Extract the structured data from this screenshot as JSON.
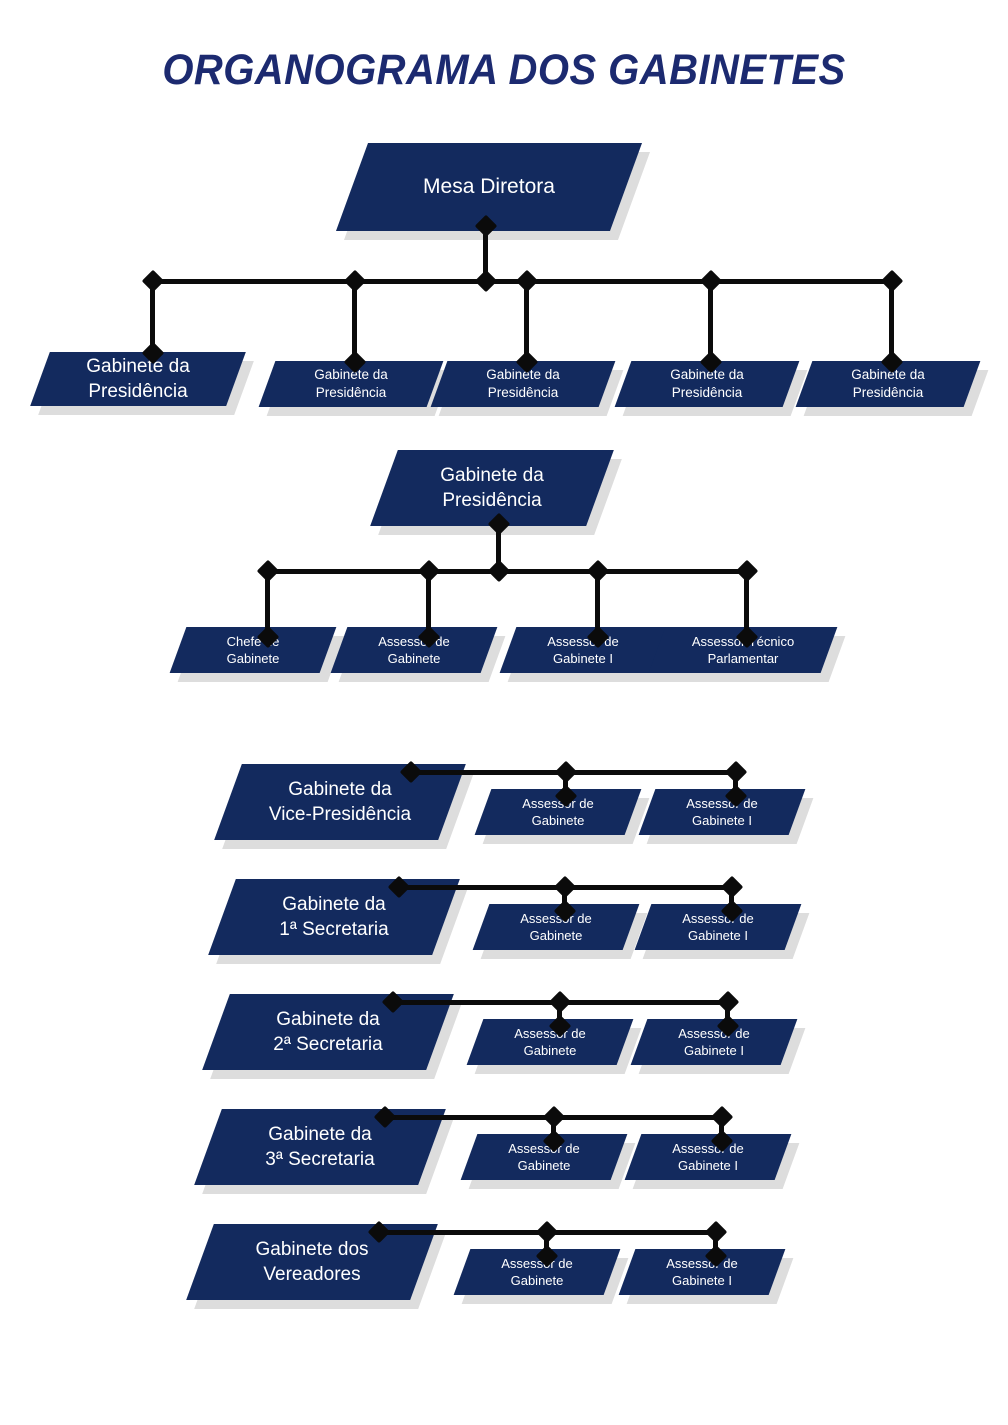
{
  "title": "ORGANOGRAMA DOS GABINETES",
  "colors": {
    "node_fill": "#132a5e",
    "node_shadow": "#dddddd",
    "title": "#1c2a70",
    "connector": "#0b0b0b",
    "node_text": "#ffffff",
    "background": "#ffffff"
  },
  "sections": {
    "mesa_diretora": {
      "root": {
        "label": "Mesa Diretora"
      },
      "children": [
        {
          "label": "Gabinete da\nPresidência"
        },
        {
          "label": "Gabinete da\nPresidência"
        },
        {
          "label": "Gabinete da\nPresidência"
        },
        {
          "label": "Gabinete da\nPresidência"
        },
        {
          "label": "Gabinete da\nPresidência"
        }
      ]
    },
    "gabinete_presidencia": {
      "root": {
        "label": "Gabinete da\nPresidência"
      },
      "children": [
        {
          "label": "Chefe de\nGabinete"
        },
        {
          "label": "Assessor de\nGabinete"
        },
        {
          "label": "Assessor de\nGabinete I"
        },
        {
          "label": "Assessor Técnico\nParlamentar"
        }
      ]
    },
    "rows": [
      {
        "parent": "Gabinete da\nVice-Presidência",
        "children": [
          {
            "label": "Assessor de\nGabinete"
          },
          {
            "label": "Assessor de\nGabinete I"
          }
        ]
      },
      {
        "parent": "Gabinete da\n1ª Secretaria",
        "children": [
          {
            "label": "Assessor de\nGabinete"
          },
          {
            "label": "Assessor de\nGabinete I"
          }
        ]
      },
      {
        "parent": "Gabinete da\n2ª Secretaria",
        "children": [
          {
            "label": "Assessor de\nGabinete"
          },
          {
            "label": "Assessor de\nGabinete I"
          }
        ]
      },
      {
        "parent": "Gabinete da\n3ª Secretaria",
        "children": [
          {
            "label": "Assessor de\nGabinete"
          },
          {
            "label": "Assessor de\nGabinete I"
          }
        ]
      },
      {
        "parent": "Gabinete dos\nVereadores",
        "children": [
          {
            "label": "Assessor de\nGabinete"
          },
          {
            "label": "Assessor de\nGabinete I"
          }
        ]
      }
    ]
  }
}
